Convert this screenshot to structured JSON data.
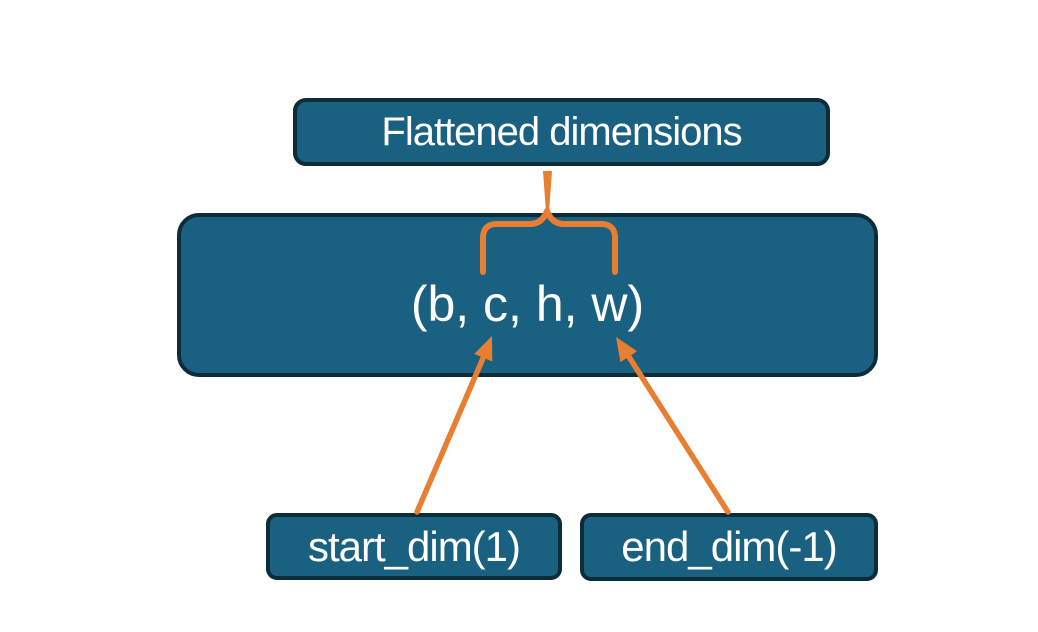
{
  "theme": {
    "background": "#ffffff",
    "node_fill": "#1a6080",
    "node_border": "#0d2c3a",
    "accent_orange": "#e87e31",
    "node_text": "#ffffff"
  },
  "diagram": {
    "title_node": {
      "label": "Flattened dimensions"
    },
    "tensor_node": {
      "label": "(b, c, h, w)"
    },
    "param_nodes": [
      {
        "label": "start_dim(1)"
      },
      {
        "label": "end_dim(-1)"
      }
    ]
  }
}
